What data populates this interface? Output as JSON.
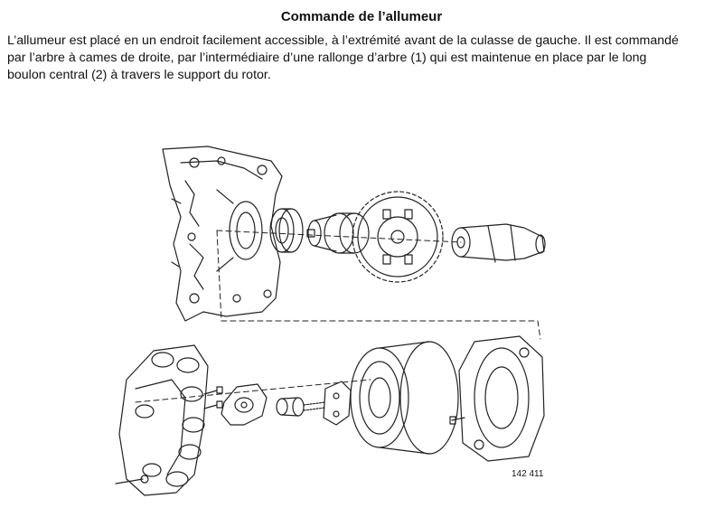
{
  "title": "Commande de l’allumeur",
  "paragraph": {
    "line1": "L’allumeur est placé en un endroit facilement accessible, à l’extrémité avant de la culasse de gauche. Il est commandé",
    "line2": "par l’arbre à cames de droite, par l’intermédiaire d’une rallonge d’arbre (1) qui est maintenue en place par le long",
    "line3": "boulon central (2) à travers le support du rotor."
  },
  "figure": {
    "reference_number": "142 411"
  }
}
